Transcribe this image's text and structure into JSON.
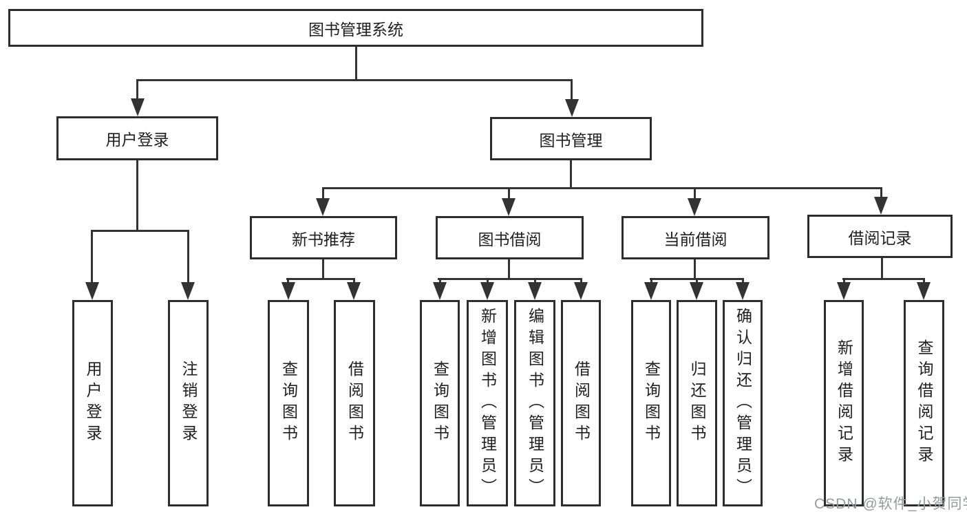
{
  "title": "图书管理系统",
  "watermark": "CSDN @软件_小贺同学",
  "colors": {
    "line": "#333333",
    "box_border": "#2d2d2d",
    "text": "#1f1f1f",
    "background": "#ffffff",
    "watermark": "#9599a0"
  },
  "diagram_type": "hierarchy-tree",
  "nodes": [
    {
      "id": "root",
      "label": "图书管理系统",
      "level": 1,
      "parent": null
    },
    {
      "id": "user-login",
      "label": "用户登录",
      "level": 2,
      "parent": "root"
    },
    {
      "id": "book-management",
      "label": "图书管理",
      "level": 2,
      "parent": "root"
    },
    {
      "id": "new-book-recommend",
      "label": "新书推荐",
      "level": 3,
      "parent": "book-management"
    },
    {
      "id": "book-borrowing",
      "label": "图书借阅",
      "level": 3,
      "parent": "book-management"
    },
    {
      "id": "current-borrowing",
      "label": "当前借阅",
      "level": 3,
      "parent": "book-management"
    },
    {
      "id": "borrow-records",
      "label": "借阅记录",
      "level": 3,
      "parent": "book-management"
    },
    {
      "id": "leaf-user-login",
      "label": "用户登录",
      "level": 4,
      "parent": "user-login"
    },
    {
      "id": "leaf-logout",
      "label": "注销登录",
      "level": 4,
      "parent": "user-login"
    },
    {
      "id": "leaf-query-books-1",
      "label": "查询图书",
      "level": 4,
      "parent": "new-book-recommend"
    },
    {
      "id": "leaf-borrow-books-1",
      "label": "借阅图书",
      "level": 4,
      "parent": "new-book-recommend"
    },
    {
      "id": "leaf-query-books-2",
      "label": "查询图书",
      "level": 4,
      "parent": "book-borrowing"
    },
    {
      "id": "leaf-add-books-admin",
      "label": "新增图书（管理员）",
      "level": 4,
      "parent": "book-borrowing"
    },
    {
      "id": "leaf-edit-books-admin",
      "label": "编辑图书（管理员）",
      "level": 4,
      "parent": "book-borrowing"
    },
    {
      "id": "leaf-borrow-books-2",
      "label": "借阅图书",
      "level": 4,
      "parent": "book-borrowing"
    },
    {
      "id": "leaf-query-books-3",
      "label": "查询图书",
      "level": 4,
      "parent": "current-borrowing"
    },
    {
      "id": "leaf-return-books",
      "label": "归还图书",
      "level": 4,
      "parent": "current-borrowing"
    },
    {
      "id": "leaf-confirm-return-admin",
      "label": "确认归还（管理员）",
      "level": 4,
      "parent": "current-borrowing"
    },
    {
      "id": "leaf-add-borrow-record",
      "label": "新增借阅记录",
      "level": 4,
      "parent": "borrow-records"
    },
    {
      "id": "leaf-query-borrow-record",
      "label": "查询借阅记录",
      "level": 4,
      "parent": "borrow-records"
    }
  ]
}
